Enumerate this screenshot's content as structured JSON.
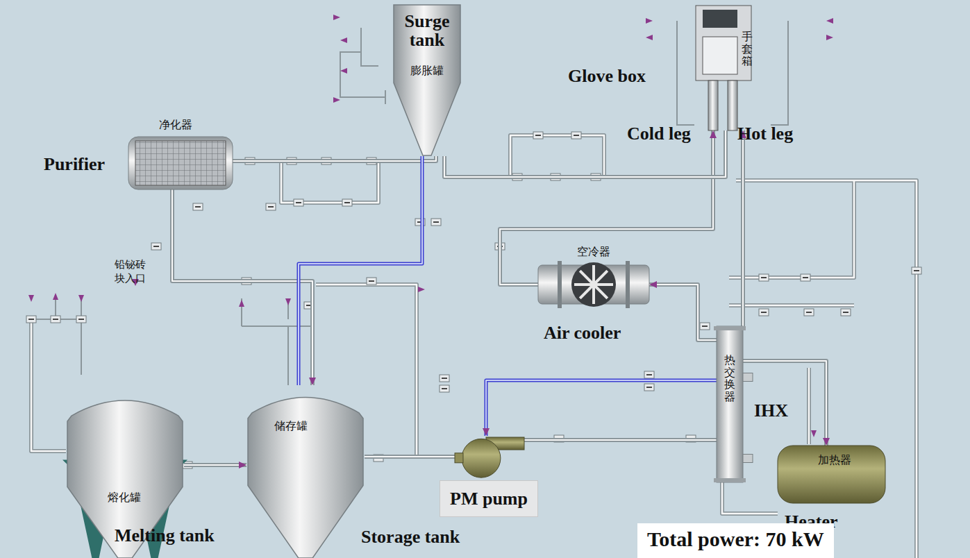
{
  "diagram": {
    "nodes": [
      {
        "text": [
          "Surge tank",
          "膨胀罐"
        ]
      },
      {
        "text": [
          "净化器",
          "Purifier"
        ]
      },
      {
        "text": [
          "Glove box",
          "手套箱"
        ]
      },
      {
        "text": [
          "空冷器",
          "Air cooler"
        ]
      },
      {
        "text": [
          "热交换器",
          "IHX"
        ]
      },
      {
        "text": [
          "加热器",
          "Heater"
        ]
      },
      {
        "text": [
          "熔化罐",
          "Melting tank"
        ]
      },
      {
        "text": [
          "储存罐",
          "Storage tank"
        ]
      },
      {
        "text": [
          "PM pump"
        ]
      }
    ],
    "edges": [
      {
        "from": 6,
        "to": 7,
        "arrow": "to"
      },
      {
        "from": 7,
        "to": 8,
        "arrow": "none"
      },
      {
        "from": 8,
        "to": 4,
        "arrow": "none"
      },
      {
        "from": 4,
        "to": 5,
        "arrow": "to"
      },
      {
        "from": 4,
        "to": 2,
        "arrow": "to"
      },
      {
        "from": 3,
        "to": 2,
        "arrow": "to"
      },
      {
        "from": 4,
        "to": 3,
        "arrow": "to"
      },
      {
        "from": 0,
        "to": 1,
        "arrow": "none"
      },
      {
        "from": 1,
        "to": 7,
        "arrow": "to"
      },
      {
        "from": 0,
        "to": 7,
        "arrow": "none"
      },
      {
        "from": 4,
        "to": 8,
        "arrow": "to"
      },
      {
        "from": 2,
        "to": 0,
        "arrow": "none"
      }
    ],
    "labels": [
      "Cold leg",
      "Hot leg",
      "铅铋砖 块入口",
      "Total power: 70 kW"
    ]
  }
}
